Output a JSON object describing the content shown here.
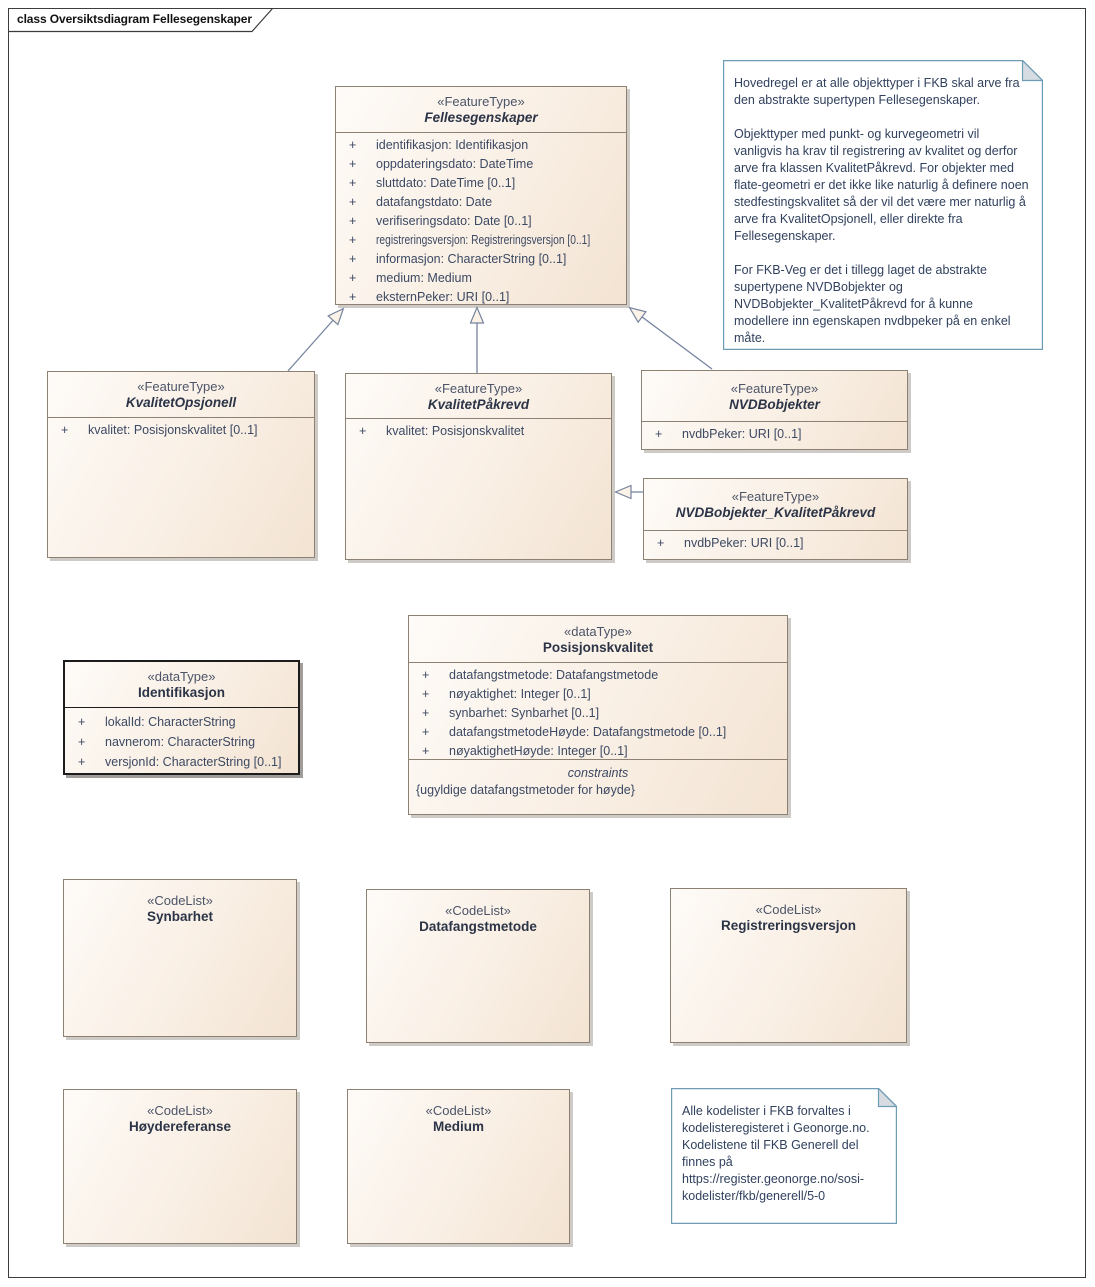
{
  "frame": {
    "title": "class Oversiktsdiagram Fellesegenskaper"
  },
  "classes": [
    {
      "stereotype": "«FeatureType»",
      "name": "Fellesegenskaper",
      "abstract": true,
      "attributes": [
        {
          "v": "+",
          "t": "identifikasjon: Identifikasjon"
        },
        {
          "v": "+",
          "t": "oppdateringsdato: DateTime"
        },
        {
          "v": "+",
          "t": "sluttdato: DateTime [0..1]"
        },
        {
          "v": "+",
          "t": "datafangstdato: Date"
        },
        {
          "v": "+",
          "t": "verifiseringsdato: Date [0..1]"
        },
        {
          "v": "+",
          "t": "registreringsversjon: Registreringsversjon [0..1]"
        },
        {
          "v": "+",
          "t": "informasjon: CharacterString [0..1]"
        },
        {
          "v": "+",
          "t": "medium: Medium"
        },
        {
          "v": "+",
          "t": "eksternPeker: URI [0..1]"
        }
      ]
    },
    {
      "stereotype": "«FeatureType»",
      "name": "KvalitetOpsjonell",
      "abstract": true,
      "attributes": [
        {
          "v": "+",
          "t": "kvalitet: Posisjonskvalitet [0..1]"
        }
      ]
    },
    {
      "stereotype": "«FeatureType»",
      "name": "KvalitetPåkrevd",
      "abstract": true,
      "attributes": [
        {
          "v": "+",
          "t": "kvalitet: Posisjonskvalitet"
        }
      ]
    },
    {
      "stereotype": "«FeatureType»",
      "name": "NVDBobjekter",
      "abstract": true,
      "attributes": [
        {
          "v": "+",
          "t": "nvdbPeker: URI [0..1]"
        }
      ]
    },
    {
      "stereotype": "«FeatureType»",
      "name": "NVDBobjekter_KvalitetPåkrevd",
      "abstract": true,
      "attributes": [
        {
          "v": "+",
          "t": "nvdbPeker: URI [0..1]"
        }
      ]
    },
    {
      "stereotype": "«dataType»",
      "name": "Posisjonskvalitet",
      "abstract": false,
      "attributes": [
        {
          "v": "+",
          "t": "datafangstmetode: Datafangstmetode"
        },
        {
          "v": "+",
          "t": "nøyaktighet: Integer [0..1]"
        },
        {
          "v": "+",
          "t": "synbarhet: Synbarhet [0..1]"
        },
        {
          "v": "+",
          "t": "datafangstmetodeHøyde: Datafangstmetode [0..1]"
        },
        {
          "v": "+",
          "t": "nøyaktighetHøyde: Integer [0..1]"
        }
      ],
      "constraints_label": "constraints",
      "constraint": "{ugyldige datafangstmetoder for høyde}"
    },
    {
      "stereotype": "«dataType»",
      "name": "Identifikasjon",
      "abstract": false,
      "attributes": [
        {
          "v": "+",
          "t": "lokalId: CharacterString"
        },
        {
          "v": "+",
          "t": "navnerom: CharacterString"
        },
        {
          "v": "+",
          "t": "versjonId: CharacterString [0..1]"
        }
      ]
    },
    {
      "stereotype": "«CodeList»",
      "name": "Synbarhet",
      "abstract": false,
      "attributes": []
    },
    {
      "stereotype": "«CodeList»",
      "name": "Datafangstmetode",
      "abstract": false,
      "attributes": []
    },
    {
      "stereotype": "«CodeList»",
      "name": "Registreringsversjon",
      "abstract": false,
      "attributes": []
    },
    {
      "stereotype": "«CodeList»",
      "name": "Høydereferanse",
      "abstract": false,
      "attributes": []
    },
    {
      "stereotype": "«CodeList»",
      "name": "Medium",
      "abstract": false,
      "attributes": []
    }
  ],
  "notes": [
    {
      "text": "Hovedregel er at alle objekttyper i FKB skal arve fra den abstrakte supertypen Fellesegenskaper.\n\nObjekttyper med punkt- og kurvegeometri vil vanligvis ha krav til registrering av kvalitet og derfor arve fra klassen KvalitetPåkrevd. For objekter med flate-geometri er det ikke like naturlig å definere noen stedfestingskvalitet så der vil det være mer naturlig å arve fra KvalitetOpsjonell, eller direkte fra Fellesegenskaper.\n\nFor FKB-Veg er det i tillegg laget de abstrakte supertypene NVDBobjekter og NVDBobjekter_KvalitetPåkrevd for å kunne modellere inn egenskapen nvdbpeker på en enkel måte."
    },
    {
      "text": "Alle kodelister i FKB forvaltes i kodelisteregisteret i Geonorge.no. Kodelistene til FKB Generell del finnes på https://register.geonorge.no/sosi-kodelister/fkb/generell/5-0"
    }
  ],
  "relations": [
    {
      "type": "generalization",
      "from": "KvalitetOpsjonell",
      "to": "Fellesegenskaper"
    },
    {
      "type": "generalization",
      "from": "KvalitetPåkrevd",
      "to": "Fellesegenskaper"
    },
    {
      "type": "generalization",
      "from": "NVDBobjekter",
      "to": "Fellesegenskaper"
    },
    {
      "type": "generalization",
      "from": "NVDBobjekter_KvalitetPåkrevd",
      "to": "KvalitetPåkrevd"
    }
  ],
  "colors": {
    "class_fill_light": "#fefbf8",
    "class_fill_dark": "#f3e3d2",
    "class_border": "#8d8174",
    "attr_text": "#3c4963",
    "connector": "#76839e",
    "note_border": "#6e9cb5",
    "frame_border": "#3c3c3c"
  }
}
